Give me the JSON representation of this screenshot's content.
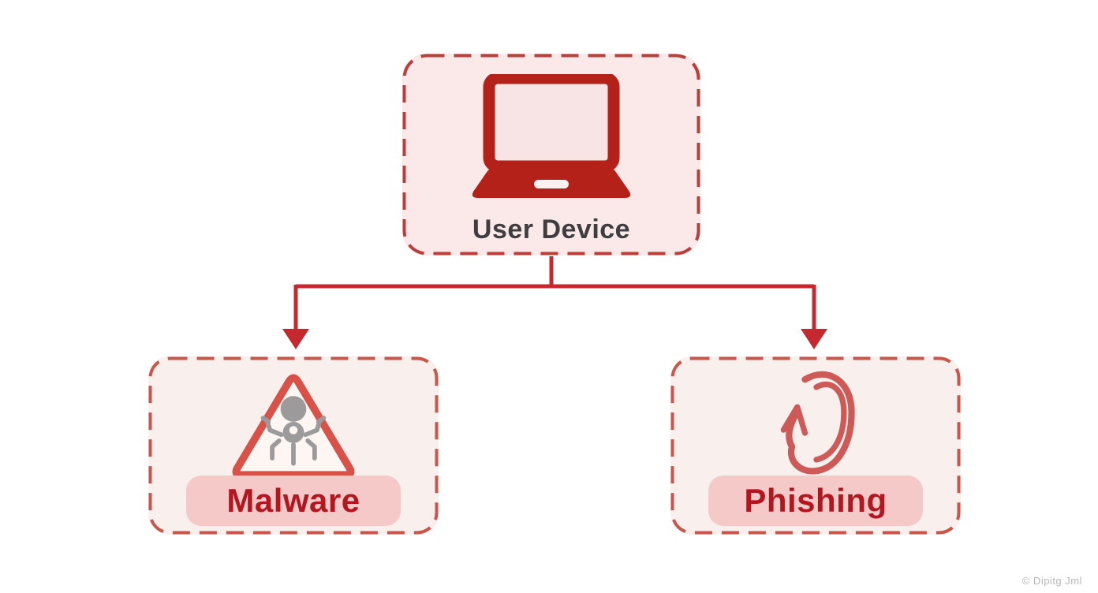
{
  "diagram": {
    "root_node": {
      "label": "User Device",
      "icon": "laptop"
    },
    "threat_nodes": [
      {
        "label": "Malware",
        "icon": "bug-warning-triangle"
      },
      {
        "label": "Phishing",
        "icon": "hook-swirl-arrow"
      }
    ]
  },
  "watermark": "© Dipitg Jml",
  "colors": {
    "page_background": "#ffffff",
    "connector_red": "#c5282f",
    "root_border_red": "#b9403a",
    "root_fill_pink": "#fbe8e8",
    "threat_border_red": "#c8564b",
    "threat_fill_pink": "#f9efec",
    "pill_pink": "#f6c9c9",
    "threat_label_red": "#b2161f",
    "root_label_gray": "#3e3e41",
    "laptop_icon_red": "#b32119",
    "triangle_icon_red": "#d8524a",
    "bug_icon_gray": "#9c9a9a",
    "hook_icon_red": "#cd5a57",
    "watermark_gray": "#b9b7b6"
  }
}
